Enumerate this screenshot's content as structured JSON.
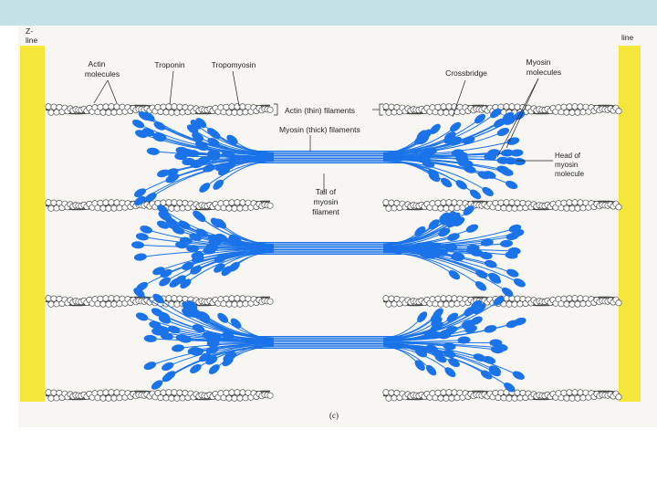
{
  "labels": {
    "z_line_left_1": "Z-",
    "z_line_left_2": "line",
    "z_line_right": "line",
    "actin_molecules_1": "Actin",
    "actin_molecules_2": "molecules",
    "troponin": "Troponin",
    "tropomyosin": "Tropomyosin",
    "crossbridge": "Crossbridge",
    "myosin_molecules_1": "Myosin",
    "myosin_molecules_2": "molecules",
    "actin_thin_filaments": "Actin (thin) filaments",
    "myosin_thick_filaments": "Myosin (thick) filaments",
    "head_1": "Head of",
    "head_2": "myosin",
    "head_3": "molecule",
    "tail_1": "Tail of",
    "tail_2": "myosin",
    "tail_3": "filament",
    "panel": "(c)"
  },
  "colors": {
    "header_bar": "#c4e2e6",
    "z_band": "#f5e63a",
    "myosin": "#1a73e8",
    "actin": "#ffffff",
    "actin_outline": "#333333"
  }
}
